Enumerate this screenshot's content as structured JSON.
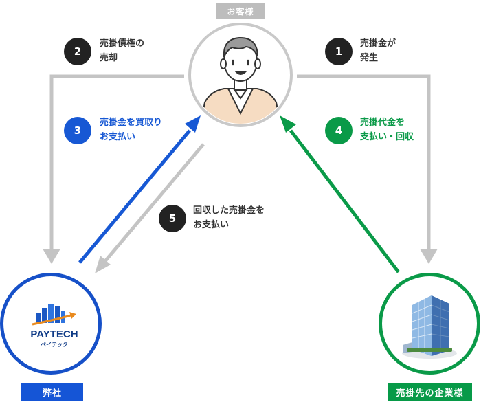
{
  "nodes": {
    "customer": {
      "label": "お客様"
    },
    "company": {
      "label": "弊社",
      "logo_name": "PAYTECH",
      "logo_kana": "ペイテック"
    },
    "client": {
      "label": "売掛先の企業様"
    }
  },
  "steps": [
    {
      "number": "1",
      "line1": "売掛金が",
      "line2": "発生"
    },
    {
      "number": "2",
      "line1": "売掛債権の",
      "line2": "売却"
    },
    {
      "number": "3",
      "line1": "売掛金を買取り",
      "line2": "お支払い"
    },
    {
      "number": "4",
      "line1": "売掛代金を",
      "line2": "支払い・回収"
    },
    {
      "number": "5",
      "line1": "回収した売掛金を",
      "line2": "お支払い"
    }
  ],
  "colors": {
    "gray": "#c2c2c2",
    "blue": "#1758d4",
    "green": "#0a9a48",
    "dark": "#222222"
  },
  "icons": {
    "customer": "person-icon",
    "client": "building-icon",
    "company": "paytech-logo-icon"
  }
}
